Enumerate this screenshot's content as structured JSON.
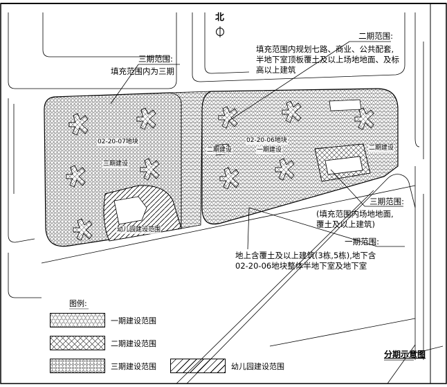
{
  "north_label": "北",
  "notes": {
    "phase2_title": "二期范围:",
    "phase2_desc": "填充范围内规划七路、商业、公共配套,\n半地下室顶板覆土及以上场地地面、及标\n高以上建筑",
    "phase3_title": "三期范围:",
    "phase3_desc": "填充范围内为三期",
    "phase3b_title": "三期范围:",
    "phase3b_desc": "(填充范围内场地地面,\n覆土及以上建筑)",
    "phase1_title": "一期范围:",
    "phase1_desc": "地上含覆土及以上建筑(3栋,5栋),地下含\n02-20-06地块整体半地下室及地下室"
  },
  "plot_labels": {
    "west_plot": "02-20-07地块",
    "west_phase": "三期建设",
    "kindergarten": "幼儿园建设范围",
    "east_plot": "02-20-06地块",
    "east_phase": "一期建设",
    "east_small": "二期建设",
    "east_right": "二期建设"
  },
  "legend": {
    "title": "图例:",
    "items": [
      {
        "label": "一期建设范围",
        "pattern": "phase1"
      },
      {
        "label": "二期建设范围",
        "pattern": "phase2"
      },
      {
        "label": "三期建设范围",
        "pattern": "phase3"
      },
      {
        "label": "幼儿园建设范围",
        "pattern": "kinder"
      }
    ]
  },
  "sheet_title": "分期示意图",
  "colors": {
    "line": "#000000",
    "background": "#ffffff"
  }
}
